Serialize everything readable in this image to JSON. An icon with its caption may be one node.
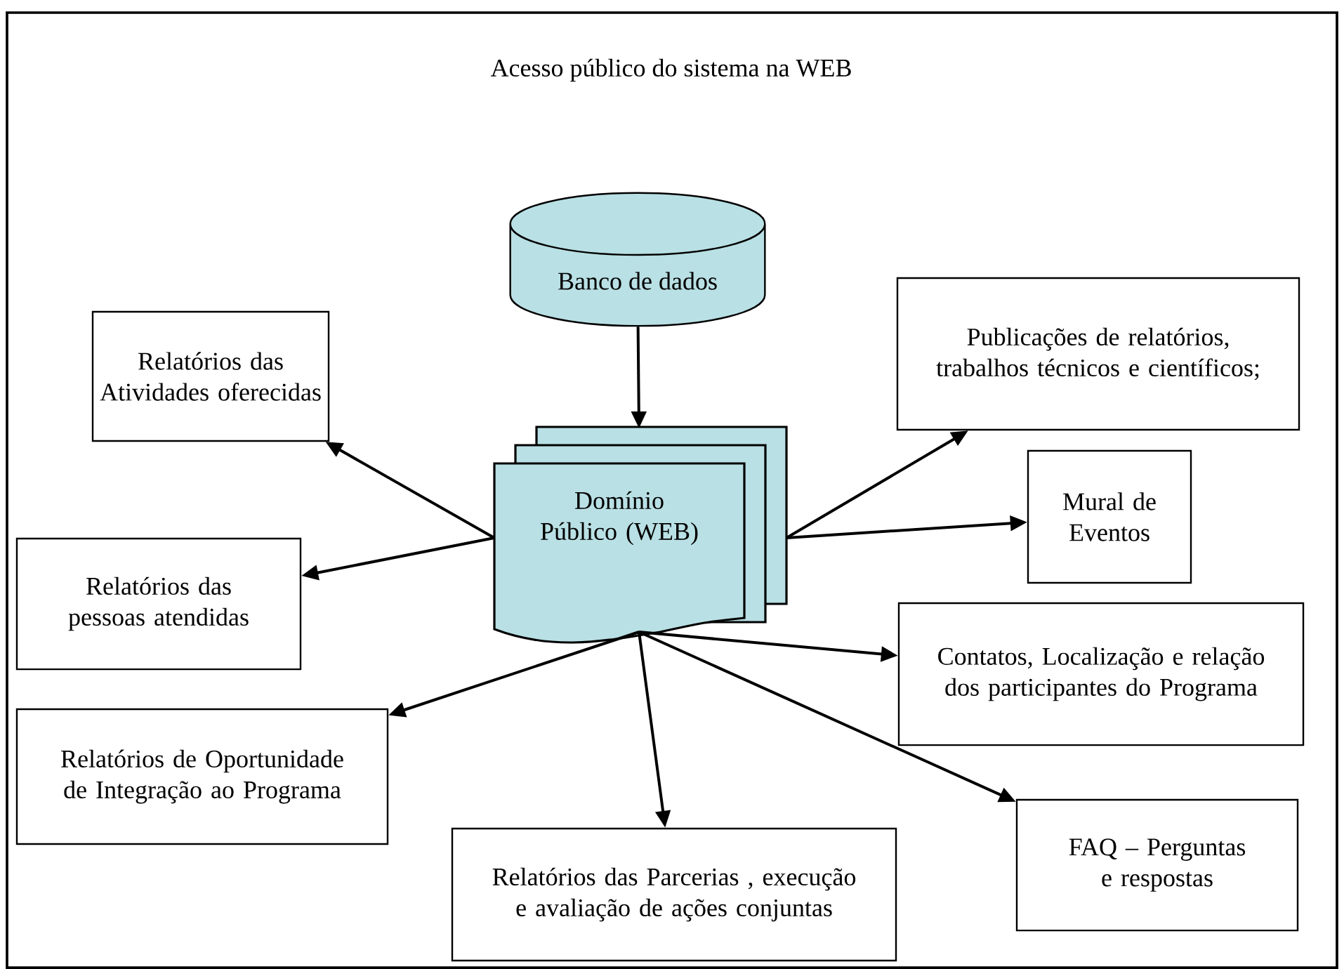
{
  "diagram": {
    "title": "Acesso público do sistema na WEB",
    "nodes": [
      {
        "text": [
          "Banco de dados"
        ]
      },
      {
        "text": [
          "Domínio Público (WEB)"
        ]
      },
      {
        "text": [
          "Relatórios das Atividades oferecidas"
        ]
      },
      {
        "text": [
          "Publicações de relatórios, trabalhos técnicos e científicos;"
        ]
      },
      {
        "text": [
          "Relatórios das pessoas atendidas"
        ]
      },
      {
        "text": [
          "Mural de Eventos"
        ]
      },
      {
        "text": [
          "Contatos, Localização e relação dos participantes do Programa"
        ]
      },
      {
        "text": [
          "Relatórios de Oportunidade de Integração ao Programa"
        ]
      },
      {
        "text": [
          "FAQ – Perguntas e respostas"
        ]
      },
      {
        "text": [
          "Relatórios das Parcerias , execução e avaliação de ações conjuntas"
        ]
      }
    ],
    "edges": [
      {
        "from": 0,
        "to": 1,
        "arrow": "to"
      },
      {
        "from": 1,
        "to": 2,
        "arrow": "to"
      },
      {
        "from": 1,
        "to": 3,
        "arrow": "to"
      },
      {
        "from": 1,
        "to": 4,
        "arrow": "to"
      },
      {
        "from": 1,
        "to": 5,
        "arrow": "to"
      },
      {
        "from": 1,
        "to": 6,
        "arrow": "to"
      },
      {
        "from": 1,
        "to": 7,
        "arrow": "to"
      },
      {
        "from": 1,
        "to": 8,
        "arrow": "to"
      },
      {
        "from": 1,
        "to": 9,
        "arrow": "to"
      }
    ]
  }
}
